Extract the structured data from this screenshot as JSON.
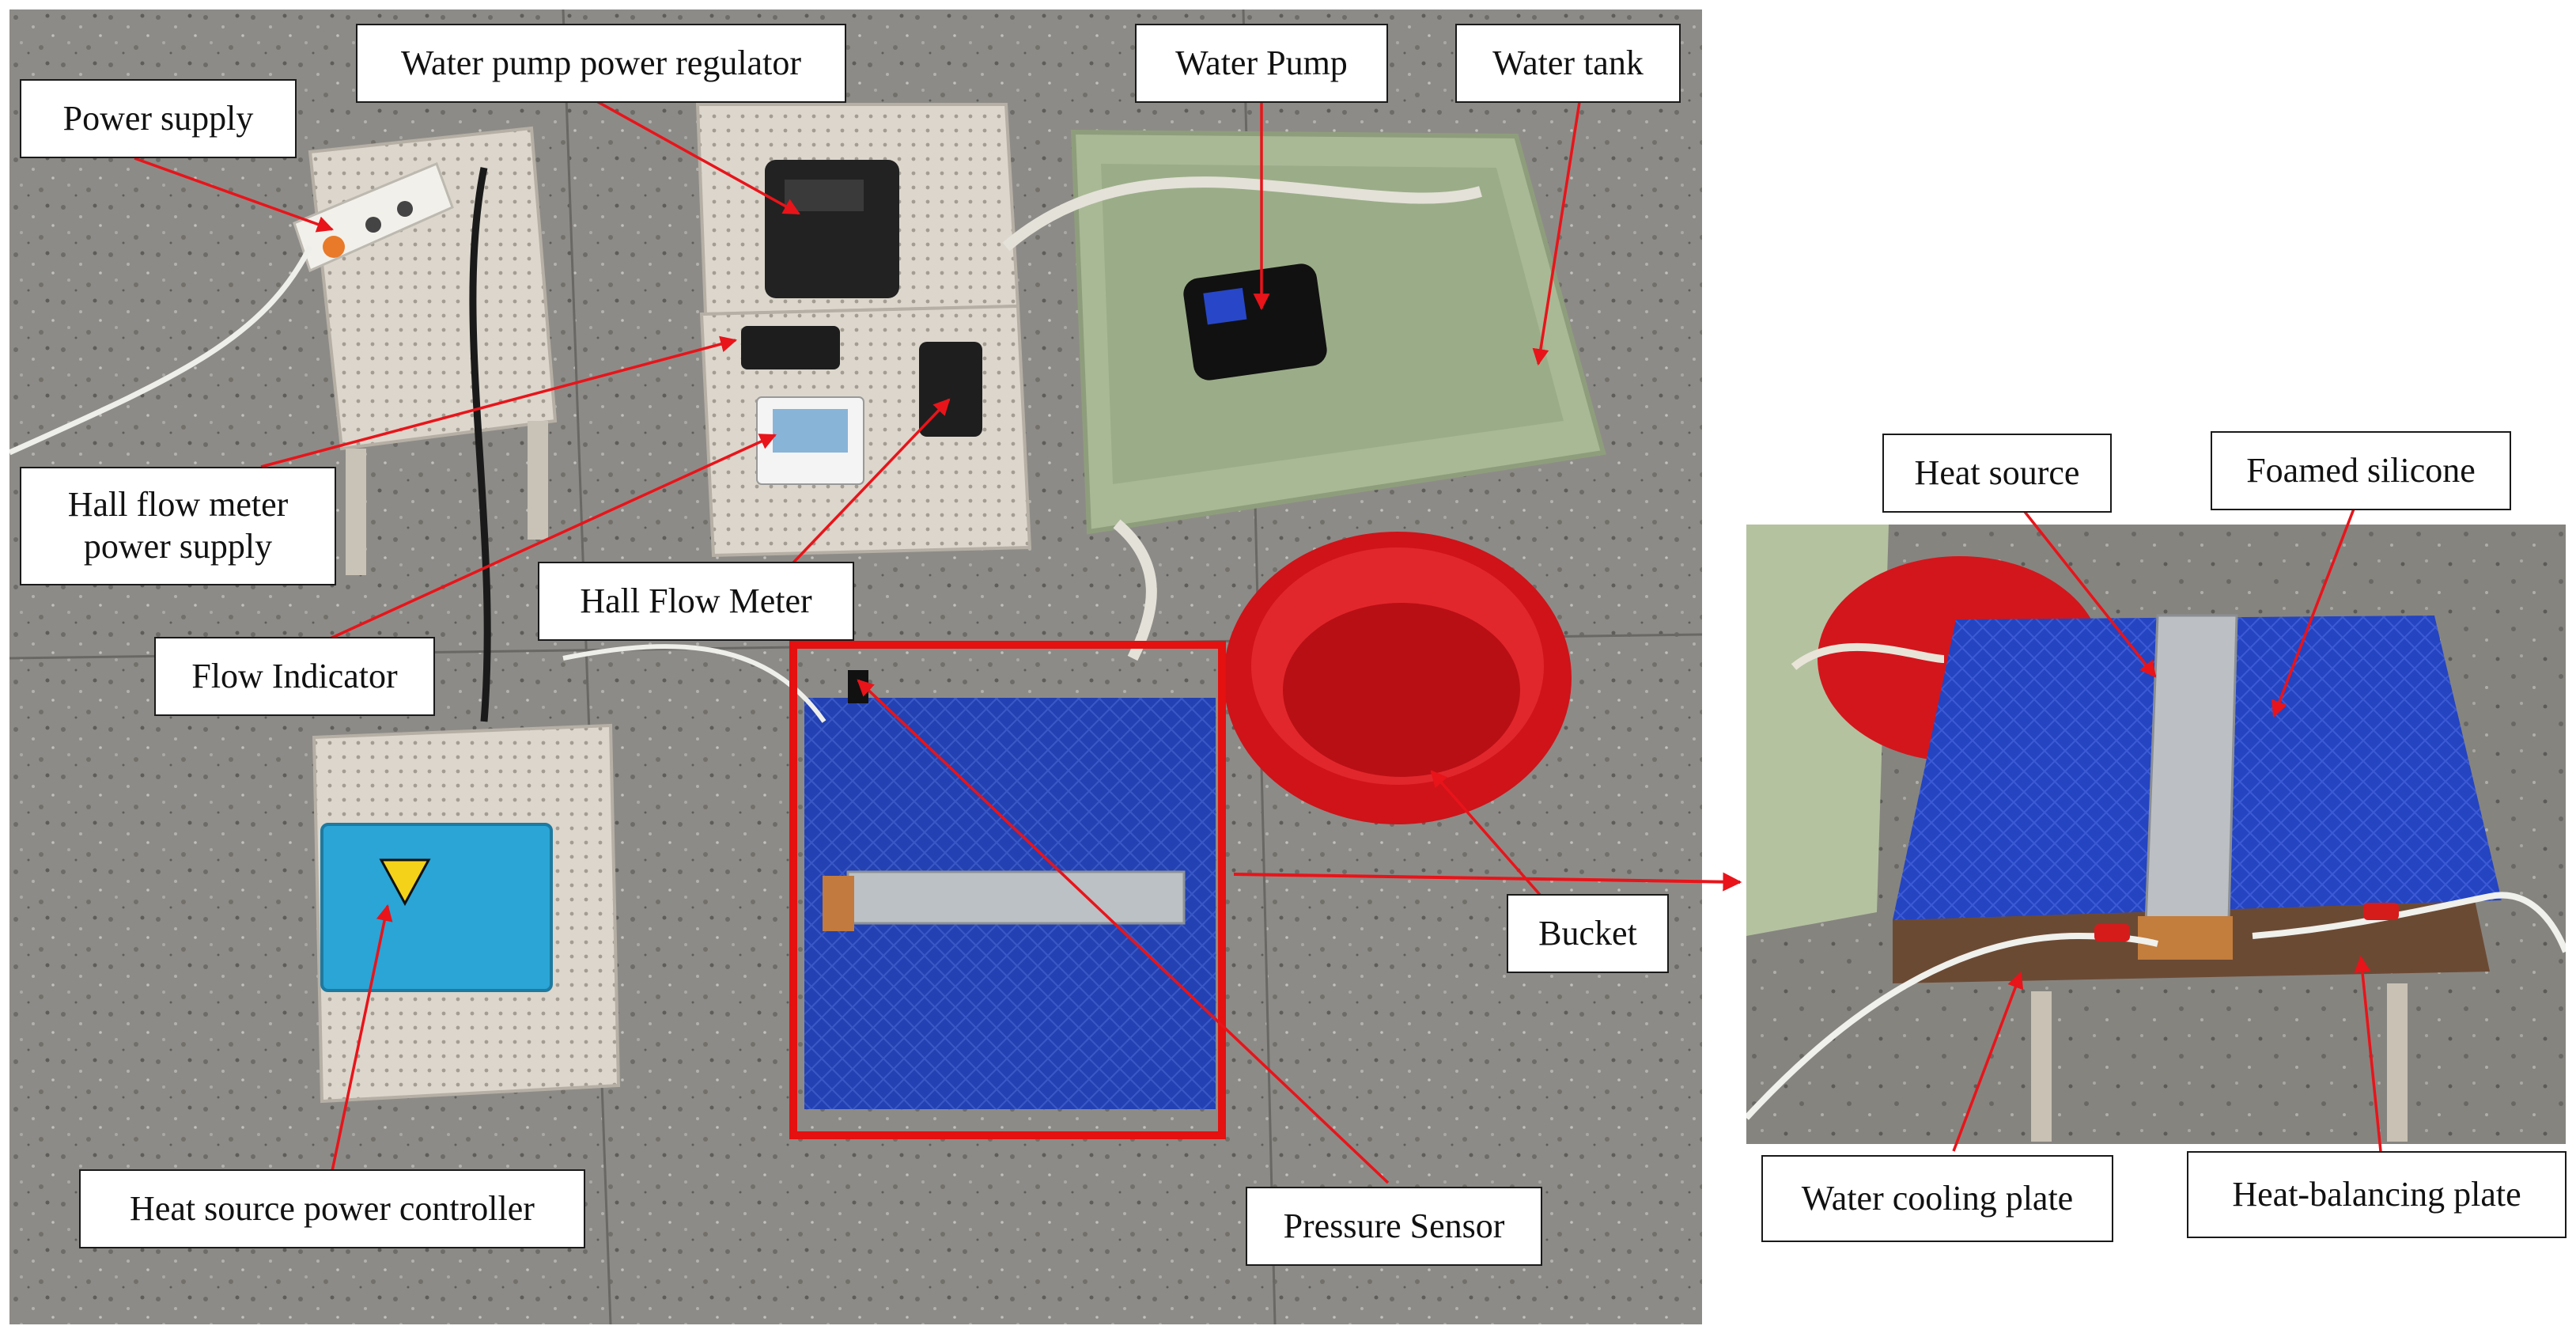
{
  "labels": {
    "power_supply": "Power supply",
    "pump_regulator": "Water pump power regulator",
    "water_pump": "Water Pump",
    "water_tank": "Water tank",
    "hall_flow_meter_power_supply_line1": "Hall flow meter",
    "hall_flow_meter_power_supply_line2": "power supply",
    "hall_flow_meter": "Hall Flow Meter",
    "flow_indicator": "Flow Indicator",
    "heat_source_power_controller": "Heat source power controller",
    "bucket": "Bucket",
    "pressure_sensor": "Pressure Sensor",
    "heat_source": "Heat source",
    "foamed_silicone": "Foamed silicone",
    "water_cooling_plate": "Water cooling plate",
    "heat_balancing_plate": "Heat-balancing plate"
  },
  "colors": {
    "annotation_arrow": "#e8141a",
    "highlight_box": "#e51010",
    "floor_tile": "#8c8a86",
    "blue_foam": "#1f3fb0",
    "red_bucket": "#d8171d",
    "tank_green": "#9fb28a"
  }
}
